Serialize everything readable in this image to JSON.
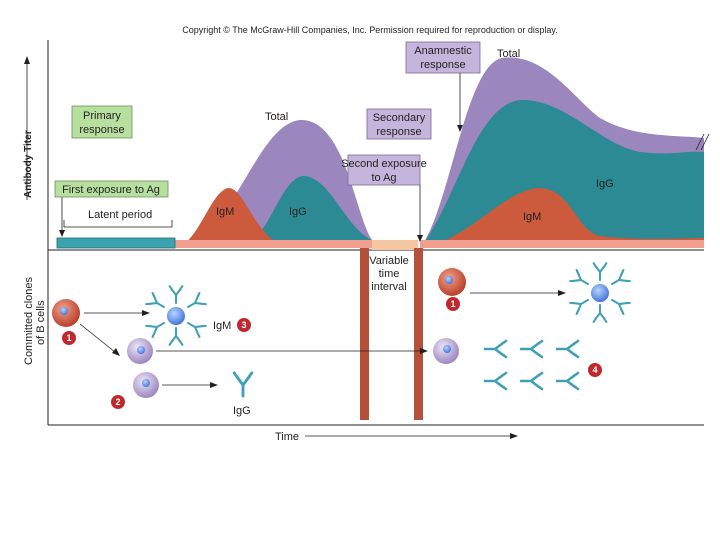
{
  "copyright": "Copyright © The McGraw-Hill Companies, Inc. Permission required for reproduction or display.",
  "y_axis_label": "Antibody Titer",
  "lower_y_label_line1": "Committed clones",
  "lower_y_label_line2": "of B cells",
  "x_axis_label": "Time",
  "boxes": {
    "primary_line1": "Primary",
    "primary_line2": "response",
    "first_exposure": "First exposure to Ag",
    "secondary_line1": "Secondary",
    "secondary_line2": "response",
    "second_exposure_line1": "Second exposure",
    "second_exposure_line2": "to Ag",
    "anamnestic_line1": "Anamnestic",
    "anamnestic_line2": "response"
  },
  "labels": {
    "latent_period": "Latent period",
    "total_primary": "Total",
    "total_secondary": "Total",
    "igm_primary": "IgM",
    "igg_primary": "IgG",
    "igm_secondary": "IgM",
    "igg_secondary": "IgG",
    "variable_line1": "Variable",
    "variable_line2": "time",
    "variable_line3": "interval",
    "igm_cell": "IgM",
    "igg_cell": "IgG"
  },
  "steps": [
    "1",
    "2",
    "3",
    "1",
    "4"
  ],
  "colors": {
    "total_purple": "#9b86bd",
    "igg_teal": "#2b8a94",
    "igm_red": "#cc5a3c",
    "box_green": "#b7dfa0",
    "box_lavender": "#c5b5dc",
    "latent_bar": "#3ba3b0",
    "interval_bar": "#b5503a",
    "badge_red": "#c0282d"
  }
}
